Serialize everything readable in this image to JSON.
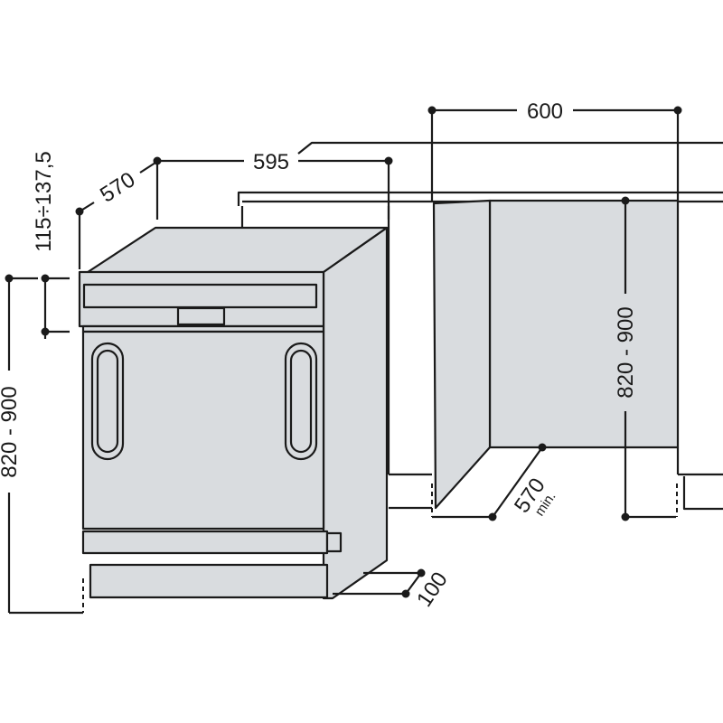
{
  "dimensions": {
    "niche_width": "600",
    "appliance_width": "595",
    "appliance_depth": "570",
    "panel_height": "115÷137,5",
    "appliance_height": "820 - 900",
    "niche_height": "820 - 900",
    "niche_depth": "570",
    "niche_depth_note": "min.",
    "plinth_depth": "100"
  },
  "colors": {
    "fill": "#d9dcdf",
    "line": "#1a1a1a"
  }
}
